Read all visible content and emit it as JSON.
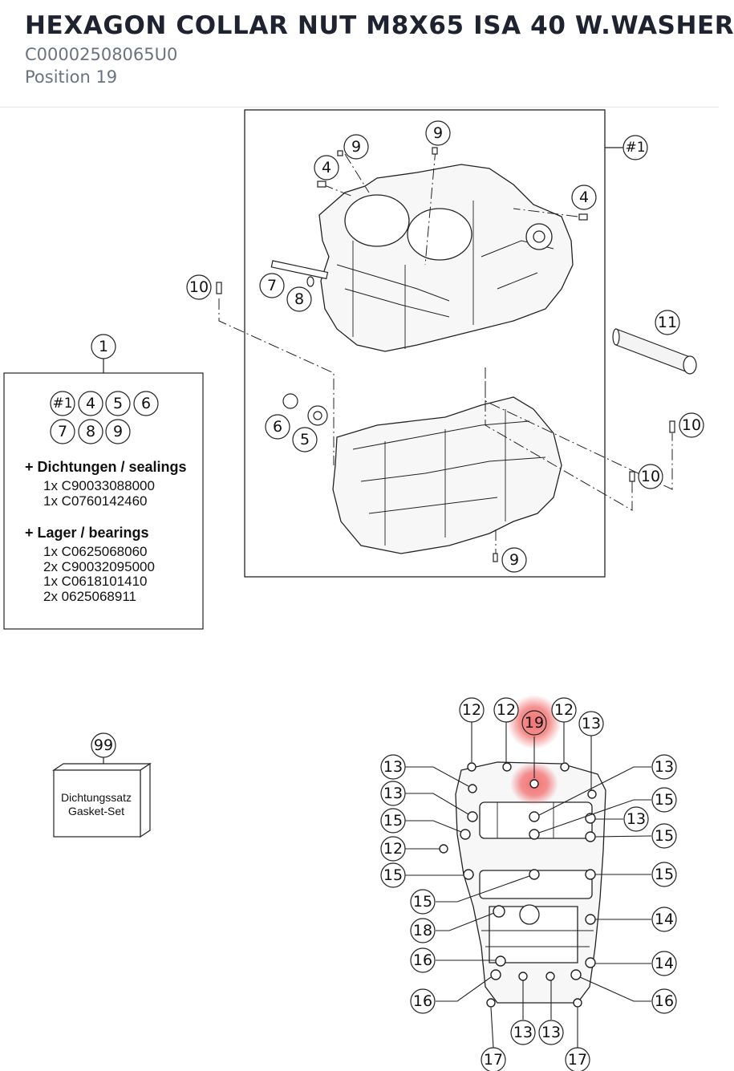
{
  "header": {
    "title": "HEXAGON COLLAR NUT M8X65 ISA 40 W.WASHER",
    "part_number": "C00002508065U0",
    "position": "Position 19"
  },
  "callouts_top": {
    "c1": "1",
    "hash1": "#1",
    "c4a": "4",
    "c4b": "4",
    "c9a": "9",
    "c9b": "9",
    "c9c": "9",
    "c10a": "10",
    "c10b": "10",
    "c10c": "10",
    "c11": "11",
    "c7": "7",
    "c8": "8",
    "c6": "6",
    "c5": "5"
  },
  "kit_box": {
    "row1": [
      "#1",
      "4",
      "5",
      "6"
    ],
    "row2": [
      "7",
      "8",
      "9"
    ],
    "sealings_heading": "+ Dichtungen / sealings",
    "sealings": [
      "1x C90033088000",
      "1x C0760142460"
    ],
    "bearings_heading": "+ Lager / bearings",
    "bearings": [
      "1x C0625068060",
      "2x C90032095000",
      "1x C0618101410",
      "2x 0625068911"
    ]
  },
  "gasket": {
    "number": "99",
    "line1": "Dichtungssatz",
    "line2": "Gasket-Set"
  },
  "callouts_bottom": {
    "c12a": "12",
    "c12b": "12",
    "c12c": "12",
    "c19": "19",
    "c13top": "13",
    "c13l1": "13",
    "c13l2": "13",
    "c15l1": "15",
    "c12l": "12",
    "c15l2": "15",
    "c15m": "15",
    "c18": "18",
    "c16l1": "16",
    "c16l2": "16",
    "c17a": "17",
    "c13b1": "13",
    "c13b2": "13",
    "c17b": "17",
    "c13r1": "13",
    "c15r1": "15",
    "c13r2": "13",
    "c15r2": "15",
    "c15r3": "15",
    "c14a": "14",
    "c14b": "14",
    "c16r": "16"
  },
  "highlight_color": "#f26c6c"
}
